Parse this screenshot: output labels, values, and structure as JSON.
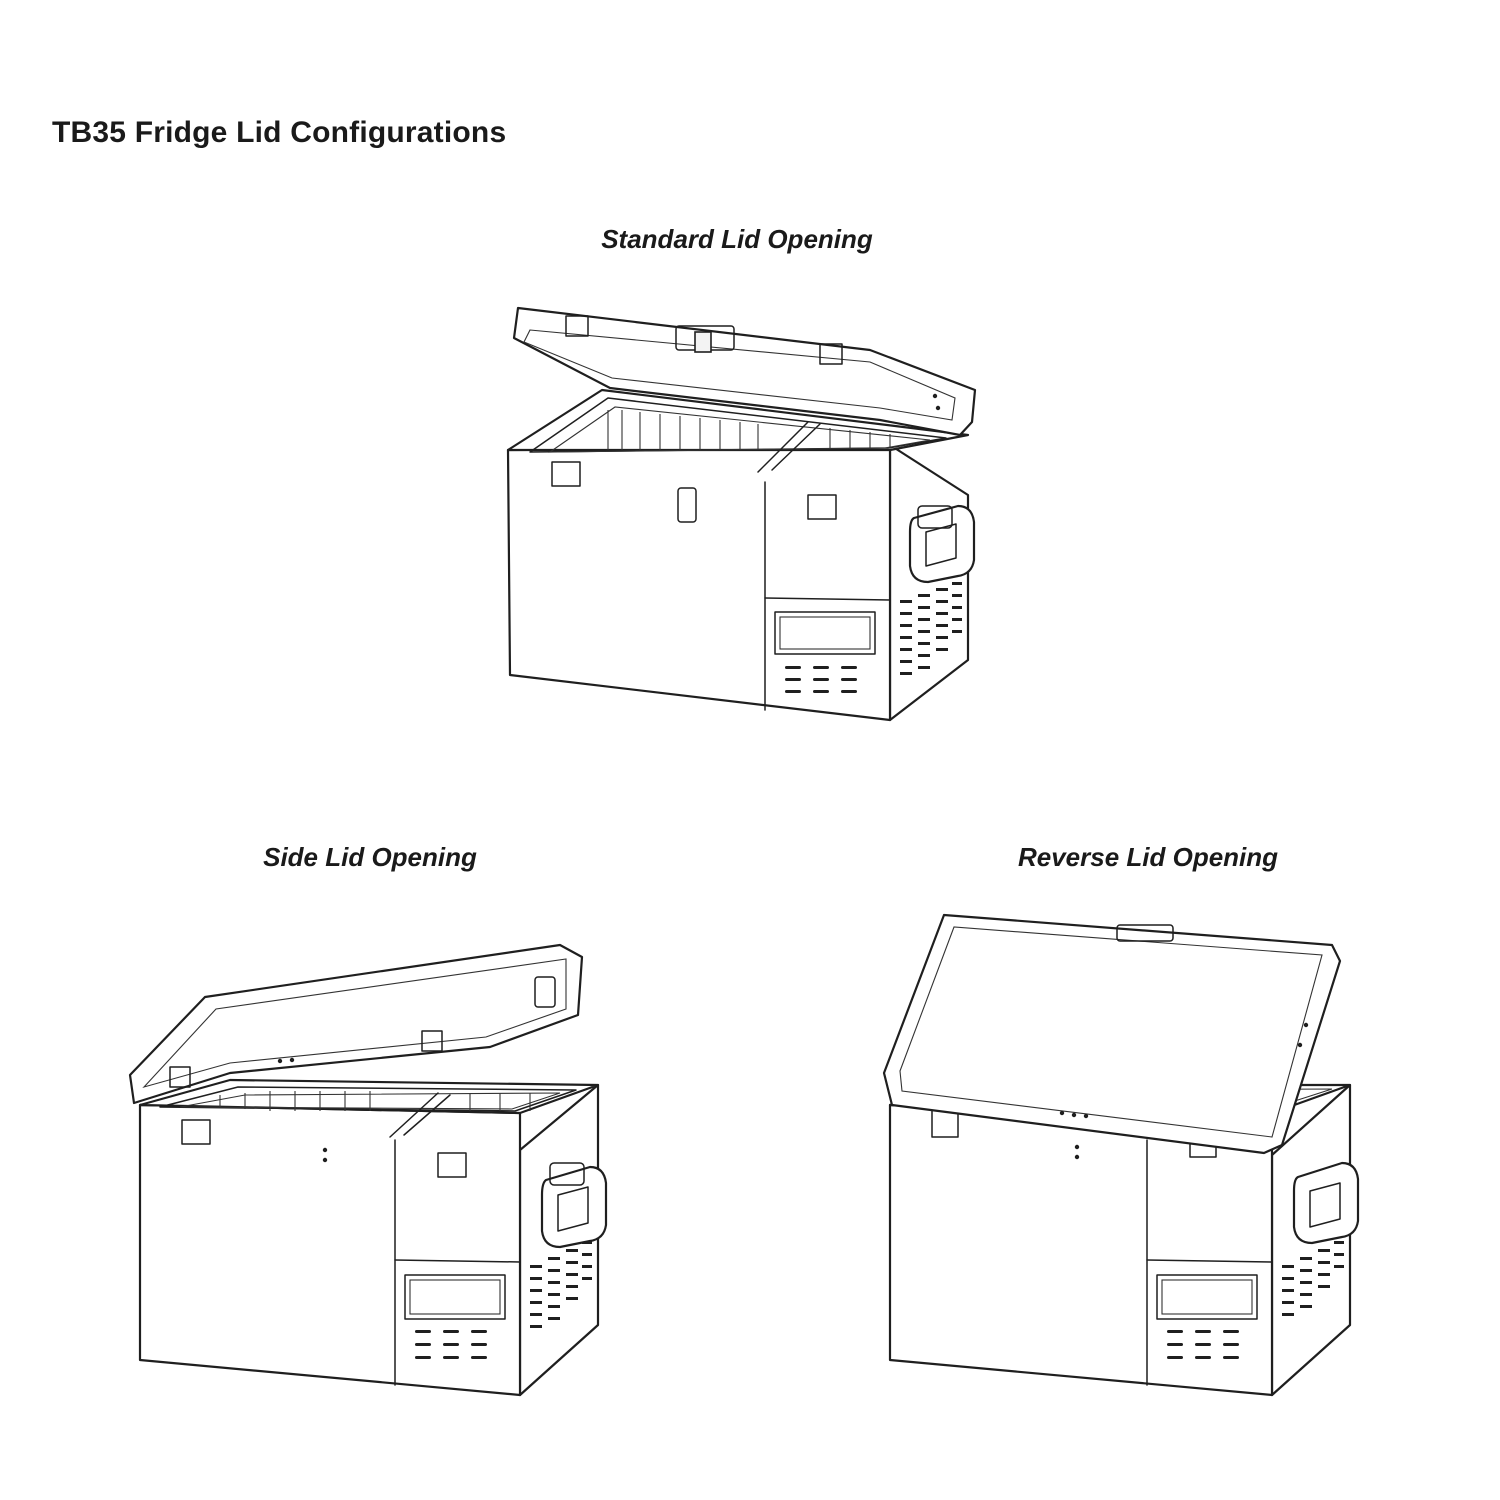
{
  "page": {
    "title": "TB35 Fridge Lid Configurations"
  },
  "figures": {
    "standard": {
      "caption": "Standard Lid Opening"
    },
    "side": {
      "caption": "Side Lid Opening"
    },
    "reverse": {
      "caption": "Reverse Lid Opening"
    }
  },
  "colors": {
    "line": "#1f1f1f",
    "background": "#ffffff"
  }
}
